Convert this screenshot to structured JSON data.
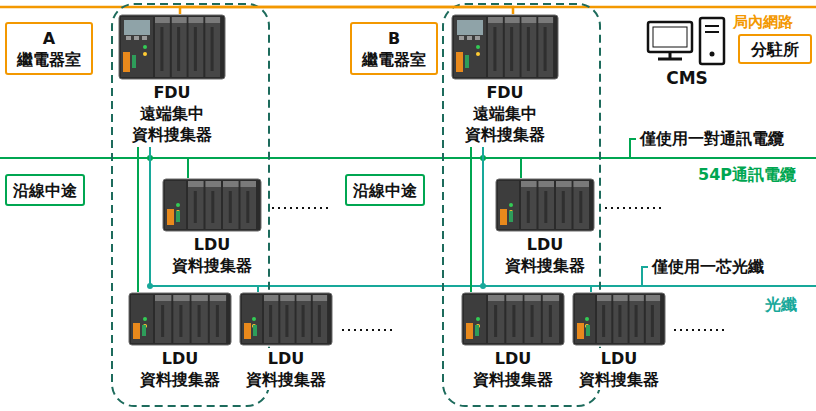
{
  "diagram": {
    "nodes": [
      {
        "text": [
          "A",
          "繼電器室"
        ]
      },
      {
        "text": [
          "FDU 遠端集中 資料搜集器"
        ]
      },
      {
        "text": [
          "B",
          "繼電器室"
        ]
      },
      {
        "text": [
          "FDU 遠端集中 資料搜集器"
        ]
      },
      {
        "text": [
          "分駐所"
        ]
      },
      {
        "text": [
          "沿線中途"
        ]
      },
      {
        "text": [
          "LDU 資料搜集器"
        ]
      },
      {
        "text": [
          "沿線中途"
        ]
      },
      {
        "text": [
          "LDU 資料搜集器"
        ]
      },
      {
        "text": [
          "LDU 資料搜集器"
        ]
      },
      {
        "text": [
          "LDU 資料搜集器"
        ]
      },
      {
        "text": [
          "LDU 資料搜集器"
        ]
      },
      {
        "text": [
          "LDU 資料搜集器"
        ]
      }
    ],
    "edges": [
      {
        "from": 1,
        "to": 3,
        "arrow": "none"
      },
      {
        "from": 1,
        "to": 6,
        "arrow": "none"
      },
      {
        "from": 1,
        "to": 9,
        "arrow": "none"
      },
      {
        "from": 1,
        "to": 10,
        "arrow": "none"
      },
      {
        "from": 3,
        "to": 8,
        "arrow": "none"
      },
      {
        "from": 3,
        "to": 11,
        "arrow": "none"
      },
      {
        "from": 3,
        "to": 12,
        "arrow": "none"
      }
    ],
    "labels": [
      "局內網路",
      "CMS",
      "僅使用一對通訊電纜",
      "54P通訊電纜",
      "僅使用一芯光纖",
      "光纖"
    ]
  }
}
